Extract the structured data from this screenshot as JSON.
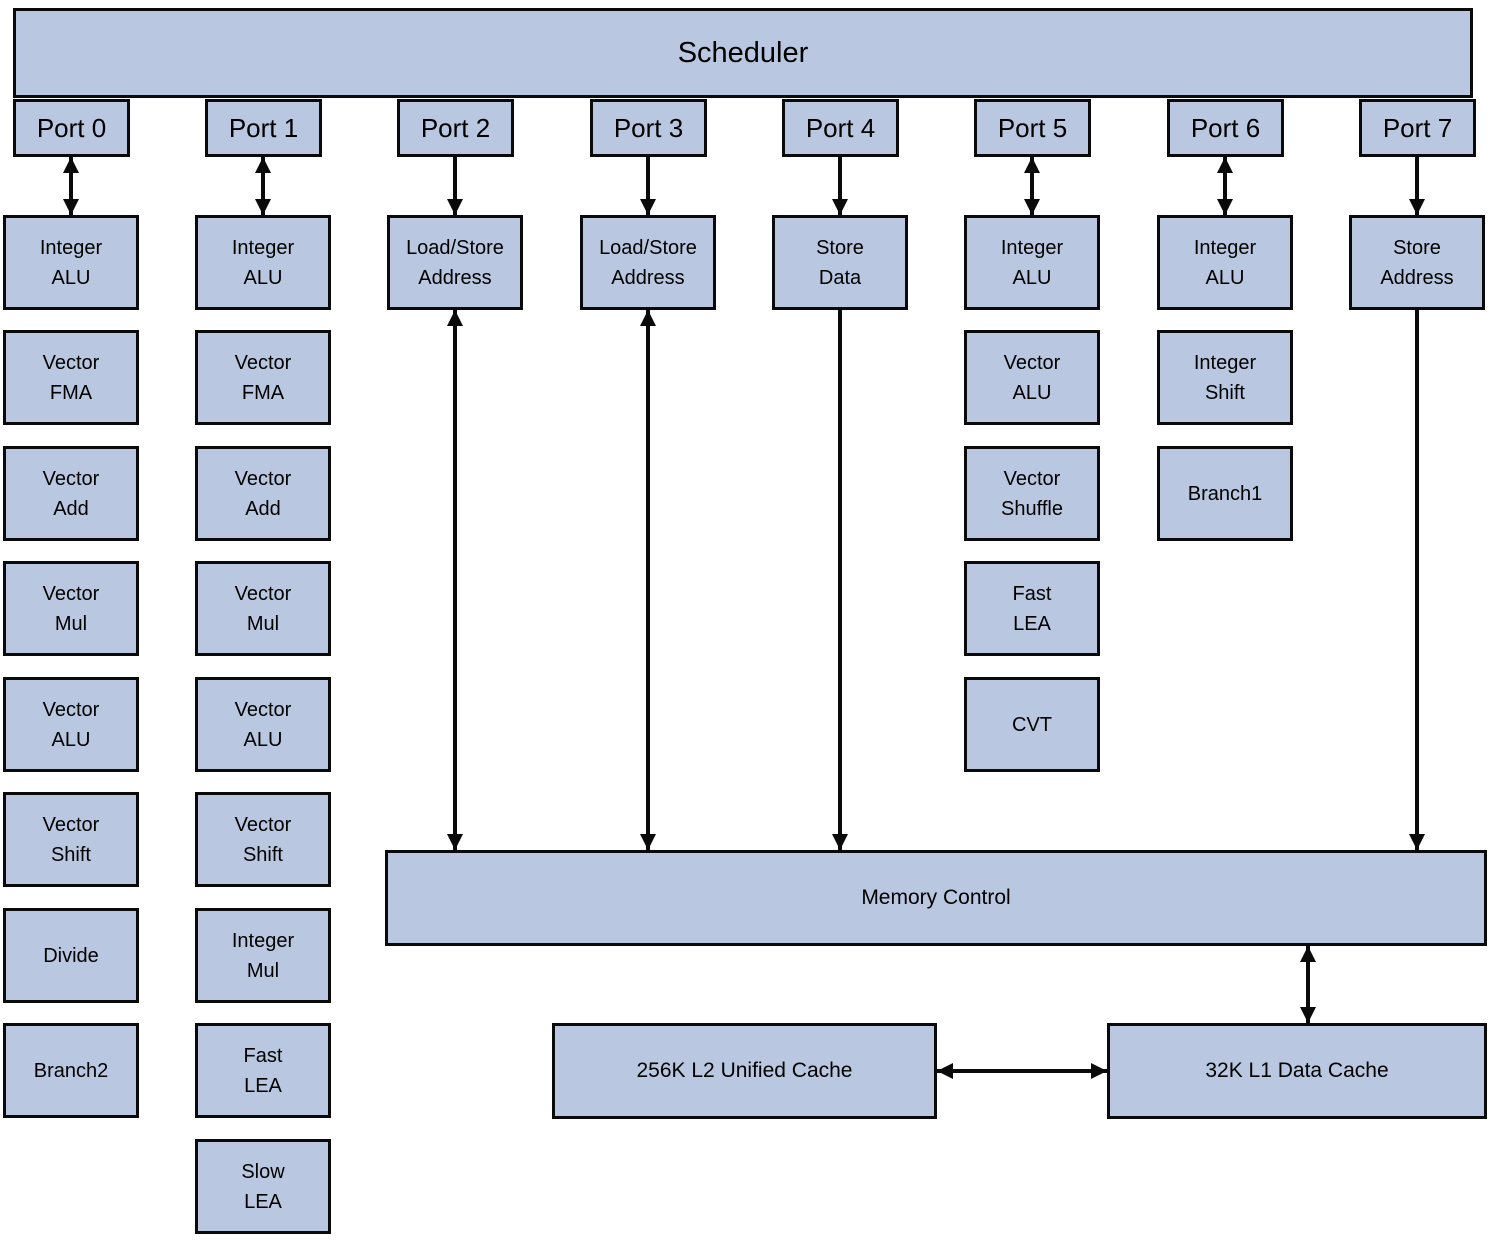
{
  "diagram": {
    "scheduler_label": "Scheduler",
    "ports": [
      "Port 0",
      "Port 1",
      "Port 2",
      "Port 3",
      "Port 4",
      "Port 5",
      "Port 6",
      "Port 7"
    ],
    "columns": [
      {
        "port": "Port 0",
        "units": [
          "Integer\nALU",
          "Vector\nFMA",
          "Vector\nAdd",
          "Vector\nMul",
          "Vector\nALU",
          "Vector\nShift",
          "Divide",
          "Branch2"
        ]
      },
      {
        "port": "Port 1",
        "units": [
          "Integer\nALU",
          "Vector\nFMA",
          "Vector\nAdd",
          "Vector\nMul",
          "Vector\nALU",
          "Vector\nShift",
          "Integer\nMul",
          "Fast\nLEA",
          "Slow\nLEA"
        ]
      },
      {
        "port": "Port 2",
        "units": [
          "Load/Store\nAddress"
        ]
      },
      {
        "port": "Port 3",
        "units": [
          "Load/Store\nAddress"
        ]
      },
      {
        "port": "Port 4",
        "units": [
          "Store\nData"
        ]
      },
      {
        "port": "Port 5",
        "units": [
          "Integer\nALU",
          "Vector\nALU",
          "Vector\nShuffle",
          "Fast\nLEA",
          "CVT"
        ]
      },
      {
        "port": "Port 6",
        "units": [
          "Integer\nALU",
          "Integer\nShift",
          "Branch1"
        ]
      },
      {
        "port": "Port 7",
        "units": [
          "Store\nAddress"
        ]
      }
    ],
    "memory_control_label": "Memory Control",
    "l2_cache_label": "256K L2 Unified Cache",
    "l1_cache_label": "32K L1 Data Cache",
    "colors": {
      "box_fill": "#b9c8e0",
      "box_border": "#0a0a0a",
      "arrow": "#0a0a0a",
      "background": "#ffffff"
    }
  }
}
